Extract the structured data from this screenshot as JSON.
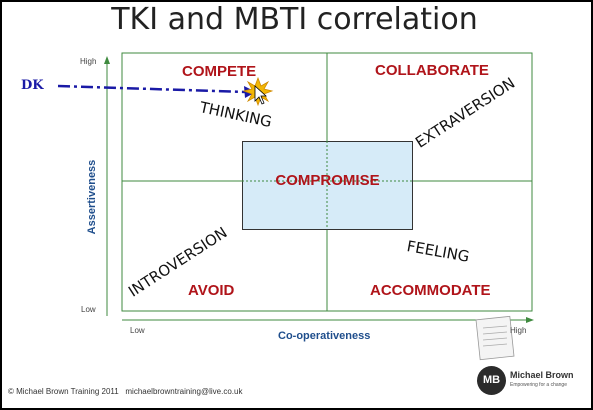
{
  "title": "TKI and MBTI correlation",
  "axes": {
    "y_label": "Assertiveness",
    "y_high": "High",
    "y_low": "Low",
    "x_label": "Co-operativeness",
    "x_low": "Low",
    "x_high": "High"
  },
  "quadrants": {
    "top_left": "COMPETE",
    "top_right": "COLLABORATE",
    "bottom_left": "AVOID",
    "bottom_right": "ACCOMMODATE",
    "center": "COMPROMISE"
  },
  "mbti": {
    "thinking": "THINKING",
    "extraversion": "EXTRAVERSION",
    "introversion": "INTROVERSION",
    "feeling": "FEELING"
  },
  "annotation": {
    "marker_label": "DK"
  },
  "footer": {
    "copyright": "© Michael Brown Training 2011",
    "email": "michaelbrowntraining@live.co.uk"
  },
  "logo": {
    "mark": "MB",
    "name": "Michael Brown",
    "tagline": "Empowering for a change"
  },
  "colors": {
    "quadrant_text": "#b0141a",
    "axis_label": "#1f4e8c",
    "grid_line": "#3f8a3f",
    "compromise_fill": "#d6ebf8",
    "marker": "#1a1aa6",
    "burst": "#f2b705"
  }
}
